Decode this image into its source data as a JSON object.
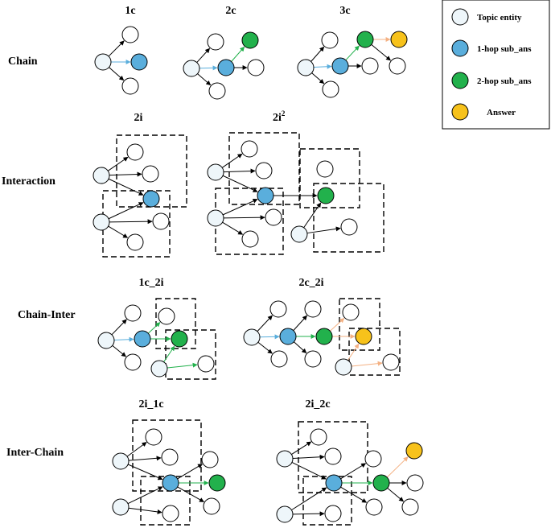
{
  "colors": {
    "topic": "#eef6fa",
    "hop1": "#5aaedc",
    "hop2": "#22b14c",
    "answer": "#f7c21b",
    "plain": "#ffffff",
    "edge_black": "#000000",
    "edge_blue": "#5aaedc",
    "edge_green": "#22b14c",
    "edge_orange": "#f4b183"
  },
  "legend": [
    {
      "label": "Topic entity",
      "kind": "topic"
    },
    {
      "label": "1-hop sub_ans",
      "kind": "hop1"
    },
    {
      "label": "2-hop sub_ans",
      "kind": "hop2"
    },
    {
      "label": "Answer",
      "kind": "answer"
    }
  ],
  "rows": [
    {
      "label": "Chain",
      "patterns": [
        "1c",
        "2c",
        "3c"
      ]
    },
    {
      "label": "Interaction",
      "patterns": [
        "2i",
        "2i"
      ],
      "superscript": "2"
    },
    {
      "label": "Chain-Inter",
      "patterns": [
        "1c_2i",
        "2c_2i"
      ]
    },
    {
      "label": "Inter-Chain",
      "patterns": [
        "2i_1c",
        "2i_2c"
      ]
    }
  ]
}
